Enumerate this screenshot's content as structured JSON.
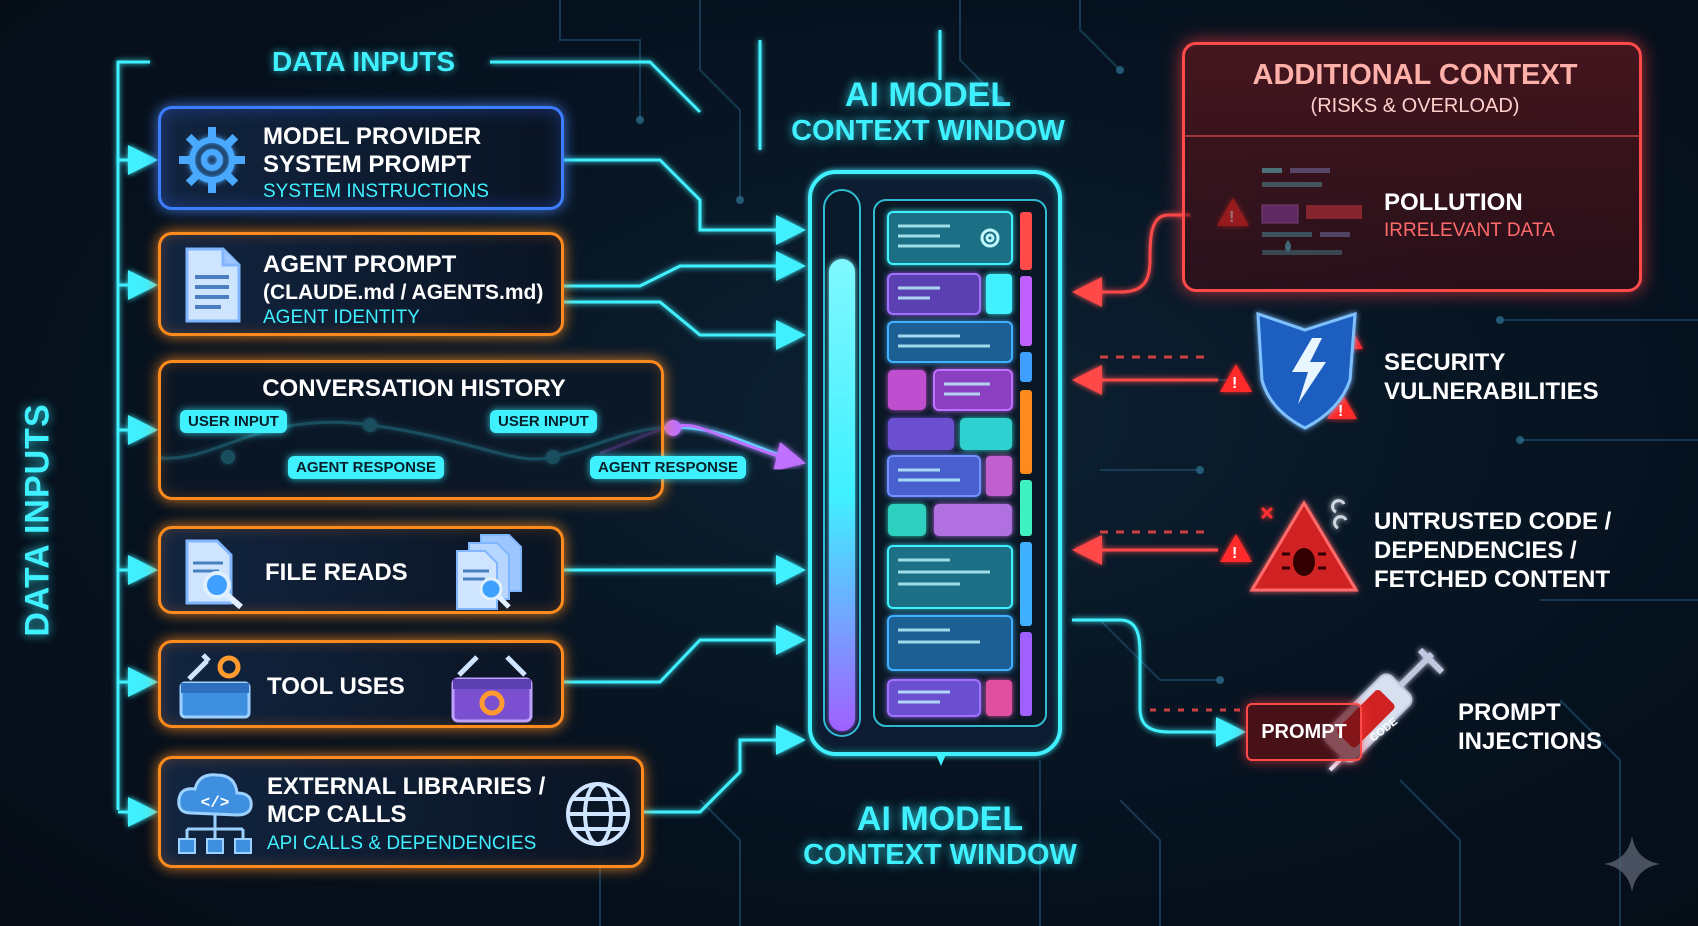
{
  "data_inputs": {
    "top_title": "DATA INPUTS",
    "side_title": "DATA INPUTS",
    "model_provider": {
      "title_line1": "MODEL PROVIDER",
      "title_line2": "SYSTEM PROMPT",
      "subtitle": "SYSTEM INSTRUCTIONS",
      "icon": "gear-icon"
    },
    "agent_prompt": {
      "title_line1": "AGENT PROMPT",
      "title_line2": "(CLAUDE.md / AGENTS.md)",
      "subtitle": "AGENT IDENTITY",
      "icon": "document-icon"
    },
    "conversation": {
      "title": "CONVERSATION HISTORY",
      "tags": [
        "USER INPUT",
        "AGENT RESPONSE",
        "USER INPUT",
        "AGENT RESPONSE"
      ]
    },
    "file_reads": {
      "title": "FILE READS",
      "icons": [
        "file-search-icon",
        "stacked-files-icon"
      ]
    },
    "tool_uses": {
      "title": "TOOL USES",
      "icons": [
        "toolbox-icon",
        "toolbox-gear-icon"
      ]
    },
    "external": {
      "title_line1": "EXTERNAL LIBRARIES /",
      "title_line2": "MCP CALLS",
      "subtitle": "API CALLS & DEPENDENCIES",
      "icons": [
        "cloud-code-icon",
        "globe-icon"
      ]
    }
  },
  "context_window": {
    "top_line1": "AI MODEL",
    "top_line2": "CONTEXT WINDOW",
    "bottom_line1": "AI MODEL",
    "bottom_line2": "CONTEXT WINDOW",
    "fill_level": 0.88
  },
  "additional_context": {
    "title": "ADDITIONAL CONTEXT",
    "subtitle": "(RISKS & OVERLOAD)",
    "pollution": {
      "title": "POLLUTION",
      "subtitle": "IRRELEVANT DATA"
    }
  },
  "risks": {
    "security": {
      "line1": "SECURITY",
      "line2": "VULNERABILITIES",
      "icon": "shield-lightning-icon"
    },
    "untrusted": {
      "line1": "UNTRUSTED CODE /",
      "line2": "DEPENDENCIES /",
      "line3": "FETCHED CONTENT",
      "icon": "bug-warning-icon"
    },
    "injection": {
      "box": "PROMPT",
      "syringe_label": "CODE",
      "line1": "PROMPT",
      "line2": "INJECTIONS",
      "icon": "syringe-icon"
    }
  },
  "colors": {
    "cyan": "#3ff0ff",
    "orange": "#ff8a1e",
    "blue": "#3d7dff",
    "red": "#ff4a4a",
    "purple": "#a060ff"
  }
}
